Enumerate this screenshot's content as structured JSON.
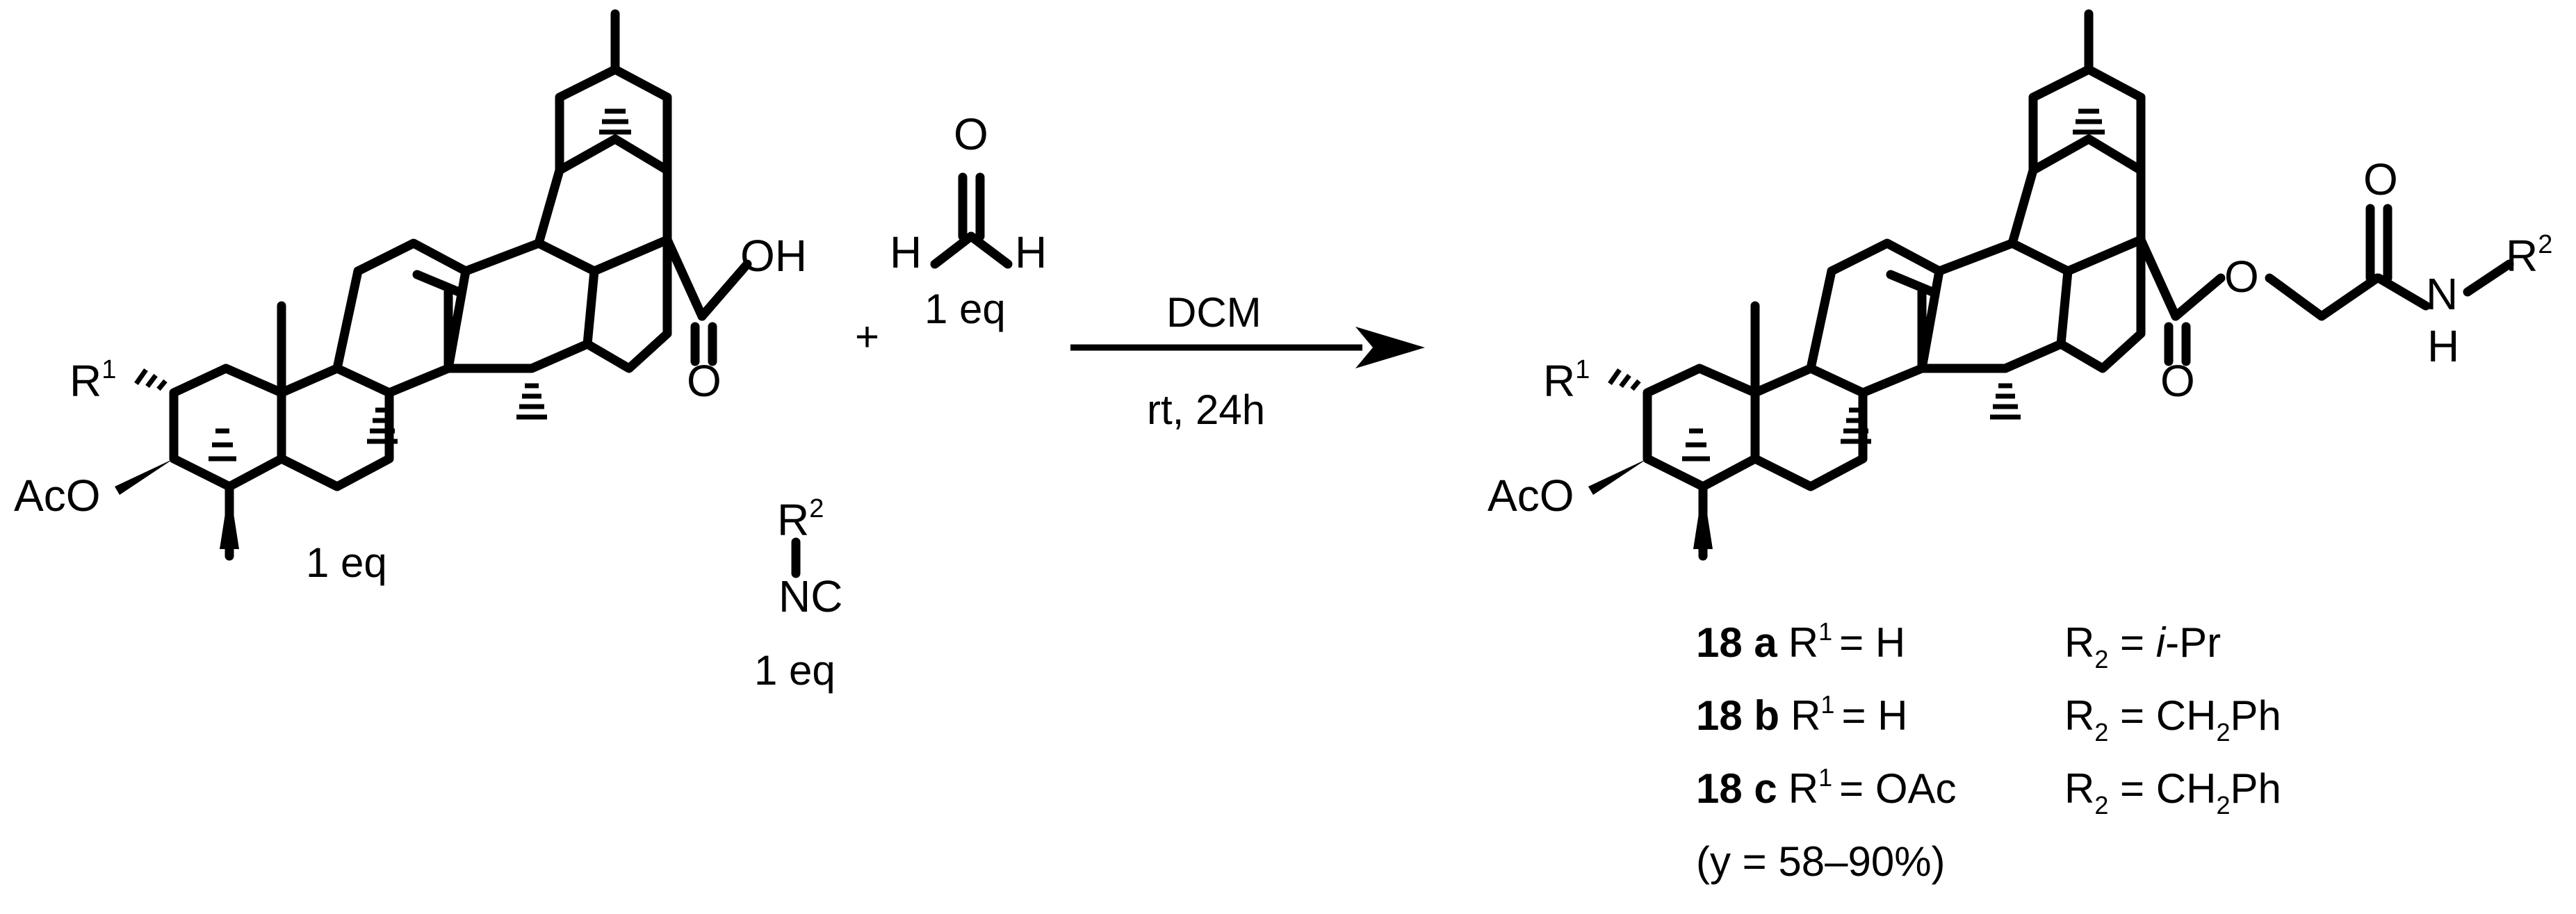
{
  "reactants": {
    "acid": {
      "labels": {
        "r1": "R",
        "r1_sup": "1",
        "aco": "AcO",
        "oh": "OH",
        "o": "O"
      },
      "amount": "1 eq"
    },
    "plus": "+",
    "formaldehyde": {
      "labels": {
        "o": "O",
        "h_left": "H",
        "h_right": "H"
      },
      "amount": "1 eq"
    },
    "isocyanide": {
      "labels": {
        "r": "R",
        "r_sup": "2",
        "nc": "NC"
      },
      "amount": "1 eq"
    }
  },
  "conditions": {
    "solvent": "DCM",
    "temp_time": "rt, 24h"
  },
  "product": {
    "labels": {
      "r1": "R",
      "r1_sup": "1",
      "aco": "AcO",
      "ester_o": "O",
      "carbonyl_o": "O",
      "amide_o": "O",
      "n": "N",
      "h": "H",
      "r2": "R",
      "r2_sup": "2"
    }
  },
  "compounds": [
    {
      "id": "18 a",
      "r1_label": "R",
      "r1_sup": "1",
      "r1_value": "= H",
      "r2_label": "R",
      "r2_sub": "2",
      "r2_eq": " = ",
      "r2_value": "i",
      "r2_value_rest": "-Pr"
    },
    {
      "id": "18 b",
      "r1_label": "R",
      "r1_sup": "1",
      "r1_value": "= H",
      "r2_label": "R",
      "r2_sub": "2",
      "r2_eq": " = ",
      "r2_value": "CH",
      "r2_value_sub": "2",
      "r2_value_rest": "Ph"
    },
    {
      "id": "18 c",
      "r1_label": "R",
      "r1_sup": "1",
      "r1_value": "= OAc",
      "r2_label": "R",
      "r2_sub": "2",
      "r2_eq": " = ",
      "r2_value": "CH",
      "r2_value_sub": "2",
      "r2_value_rest": "Ph"
    }
  ],
  "yield": "(y = 58–90%)",
  "icons": {
    "reaction_arrow": "right-arrow-icon"
  }
}
